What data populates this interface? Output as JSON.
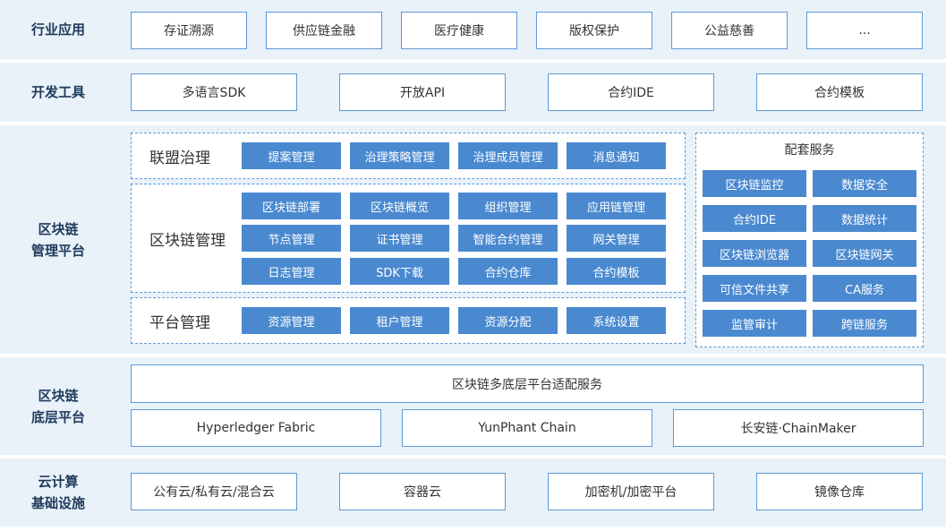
{
  "layers": {
    "industry": {
      "label": "行业应用",
      "items": [
        "存证溯源",
        "供应链金融",
        "医疗健康",
        "版权保护",
        "公益慈善",
        "..."
      ]
    },
    "devtools": {
      "label": "开发工具",
      "items": [
        "多语言SDK",
        "开放API",
        "合约IDE",
        "合约模板"
      ]
    },
    "platform": {
      "label_line1": "区块链",
      "label_line2": "管理平台",
      "alliance": {
        "title": "联盟治理",
        "items": [
          "提案管理",
          "治理策略管理",
          "治理成员管理",
          "消息通知"
        ]
      },
      "chain_mgmt": {
        "title": "区块链管理",
        "items": [
          "区块链部署",
          "区块链概览",
          "组织管理",
          "应用链管理",
          "节点管理",
          "证书管理",
          "智能合约管理",
          "网关管理",
          "日志管理",
          "SDK下载",
          "合约仓库",
          "合约模板"
        ]
      },
      "platform_mgmt": {
        "title": "平台管理",
        "items": [
          "资源管理",
          "租户管理",
          "资源分配",
          "系统设置"
        ]
      },
      "services": {
        "title": "配套服务",
        "items": [
          "区块链监控",
          "数据安全",
          "合约IDE",
          "数据统计",
          "区块链浏览器",
          "区块链网关",
          "可信文件共享",
          "CA服务",
          "监管审计",
          "跨链服务"
        ]
      }
    },
    "base": {
      "label_line1": "区块链",
      "label_line2": "底层平台",
      "adapter": "区块链多底层平台适配服务",
      "chains": [
        "Hyperledger Fabric",
        "YunPhant Chain",
        "长安链·ChainMaker"
      ]
    },
    "cloud": {
      "label_line1": "云计算",
      "label_line2": "基础设施",
      "items": [
        "公有云/私有云/混合云",
        "容器云",
        "加密机/加密平台",
        "镜像仓库"
      ]
    }
  }
}
